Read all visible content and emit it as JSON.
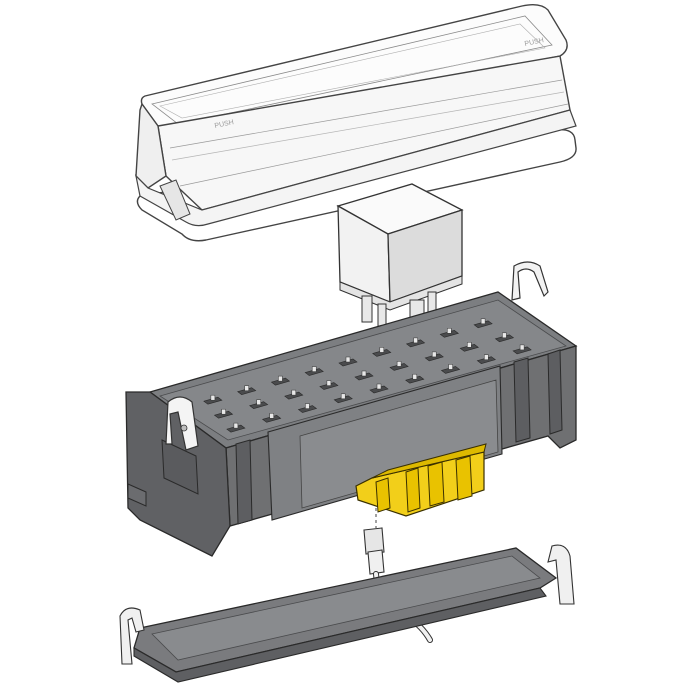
{
  "diagram": {
    "colors": {
      "housing": "#6f7072",
      "housing_dark": "#55575a",
      "housing_light": "#8b8d90",
      "top_surface": "#7c7e81",
      "slot": "#4a4b4d",
      "terminal": "#e8e8e8",
      "relay_body": "#f4f4f4",
      "relay_shade": "#d6d6d6",
      "fuse_yellow": "#f2cf1a",
      "fuse_yellow_dark": "#c9a700",
      "lid_fill": "#fbfbfb",
      "lid_line": "#444444",
      "cover_fill": "#7a7b7e",
      "cover_dark": "#5e5f62",
      "clip": "#f2f2f2",
      "wire": "#ececec",
      "outline": "#222222"
    },
    "lid_markings": {
      "left": "PUSH",
      "right": "PUSH"
    },
    "parts": [
      {
        "name": "clear-lid",
        "icon": "lid-icon"
      },
      {
        "name": "relay",
        "icon": "relay-icon"
      },
      {
        "name": "fuse-relay-holder",
        "icon": "holder-icon"
      },
      {
        "name": "fuse-block",
        "icon": "fuse-icon"
      },
      {
        "name": "crimp-terminal-wire",
        "icon": "terminal-icon"
      },
      {
        "name": "bottom-cover",
        "icon": "cover-icon"
      }
    ]
  }
}
